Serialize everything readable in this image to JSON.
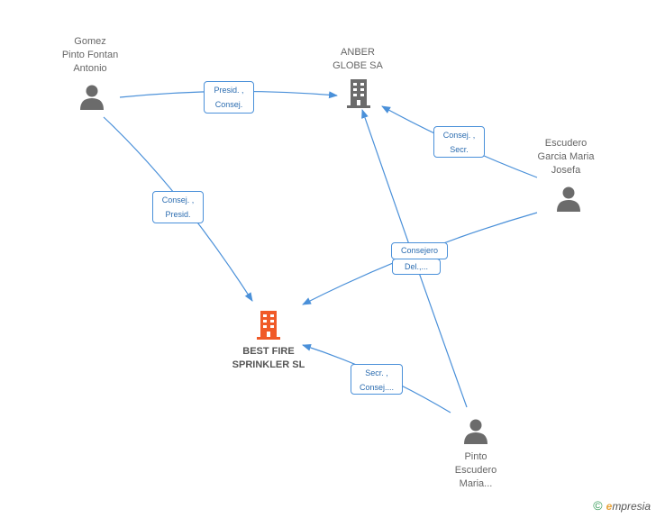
{
  "nodes": {
    "gomez": {
      "label": "Gomez\nPinto Fontan\nAntonio",
      "icon": "person-icon"
    },
    "anber": {
      "label": "ANBER\nGLOBE SA",
      "icon": "building-icon"
    },
    "escudero": {
      "label": "Escudero\nGarcia Maria\nJosefa",
      "icon": "person-icon"
    },
    "bestfire": {
      "label": "BEST FIRE\nSPRINKLER SL",
      "icon": "building-icon"
    },
    "pinto": {
      "label": "Pinto\nEscudero\nMaria...",
      "icon": "person-icon"
    }
  },
  "edges": {
    "gomez_anber": "Presid. ,\nConsej.",
    "escudero_anber": "Consej. ,\nSecr.",
    "gomez_bestfire": "Consej. ,\nPresid.",
    "escudero_bestfire": "Consejero",
    "pinto_anber": "Del.,...",
    "pinto_bestfire": "Secr. ,\nConsej...."
  },
  "colors": {
    "edge": "#4a90d9",
    "person": "#6b6b6b",
    "building": "#6b6b6b",
    "main_building": "#f05a28"
  },
  "footer": {
    "copyright": "©",
    "brand_initial": "e",
    "brand_rest": "mpresia"
  }
}
